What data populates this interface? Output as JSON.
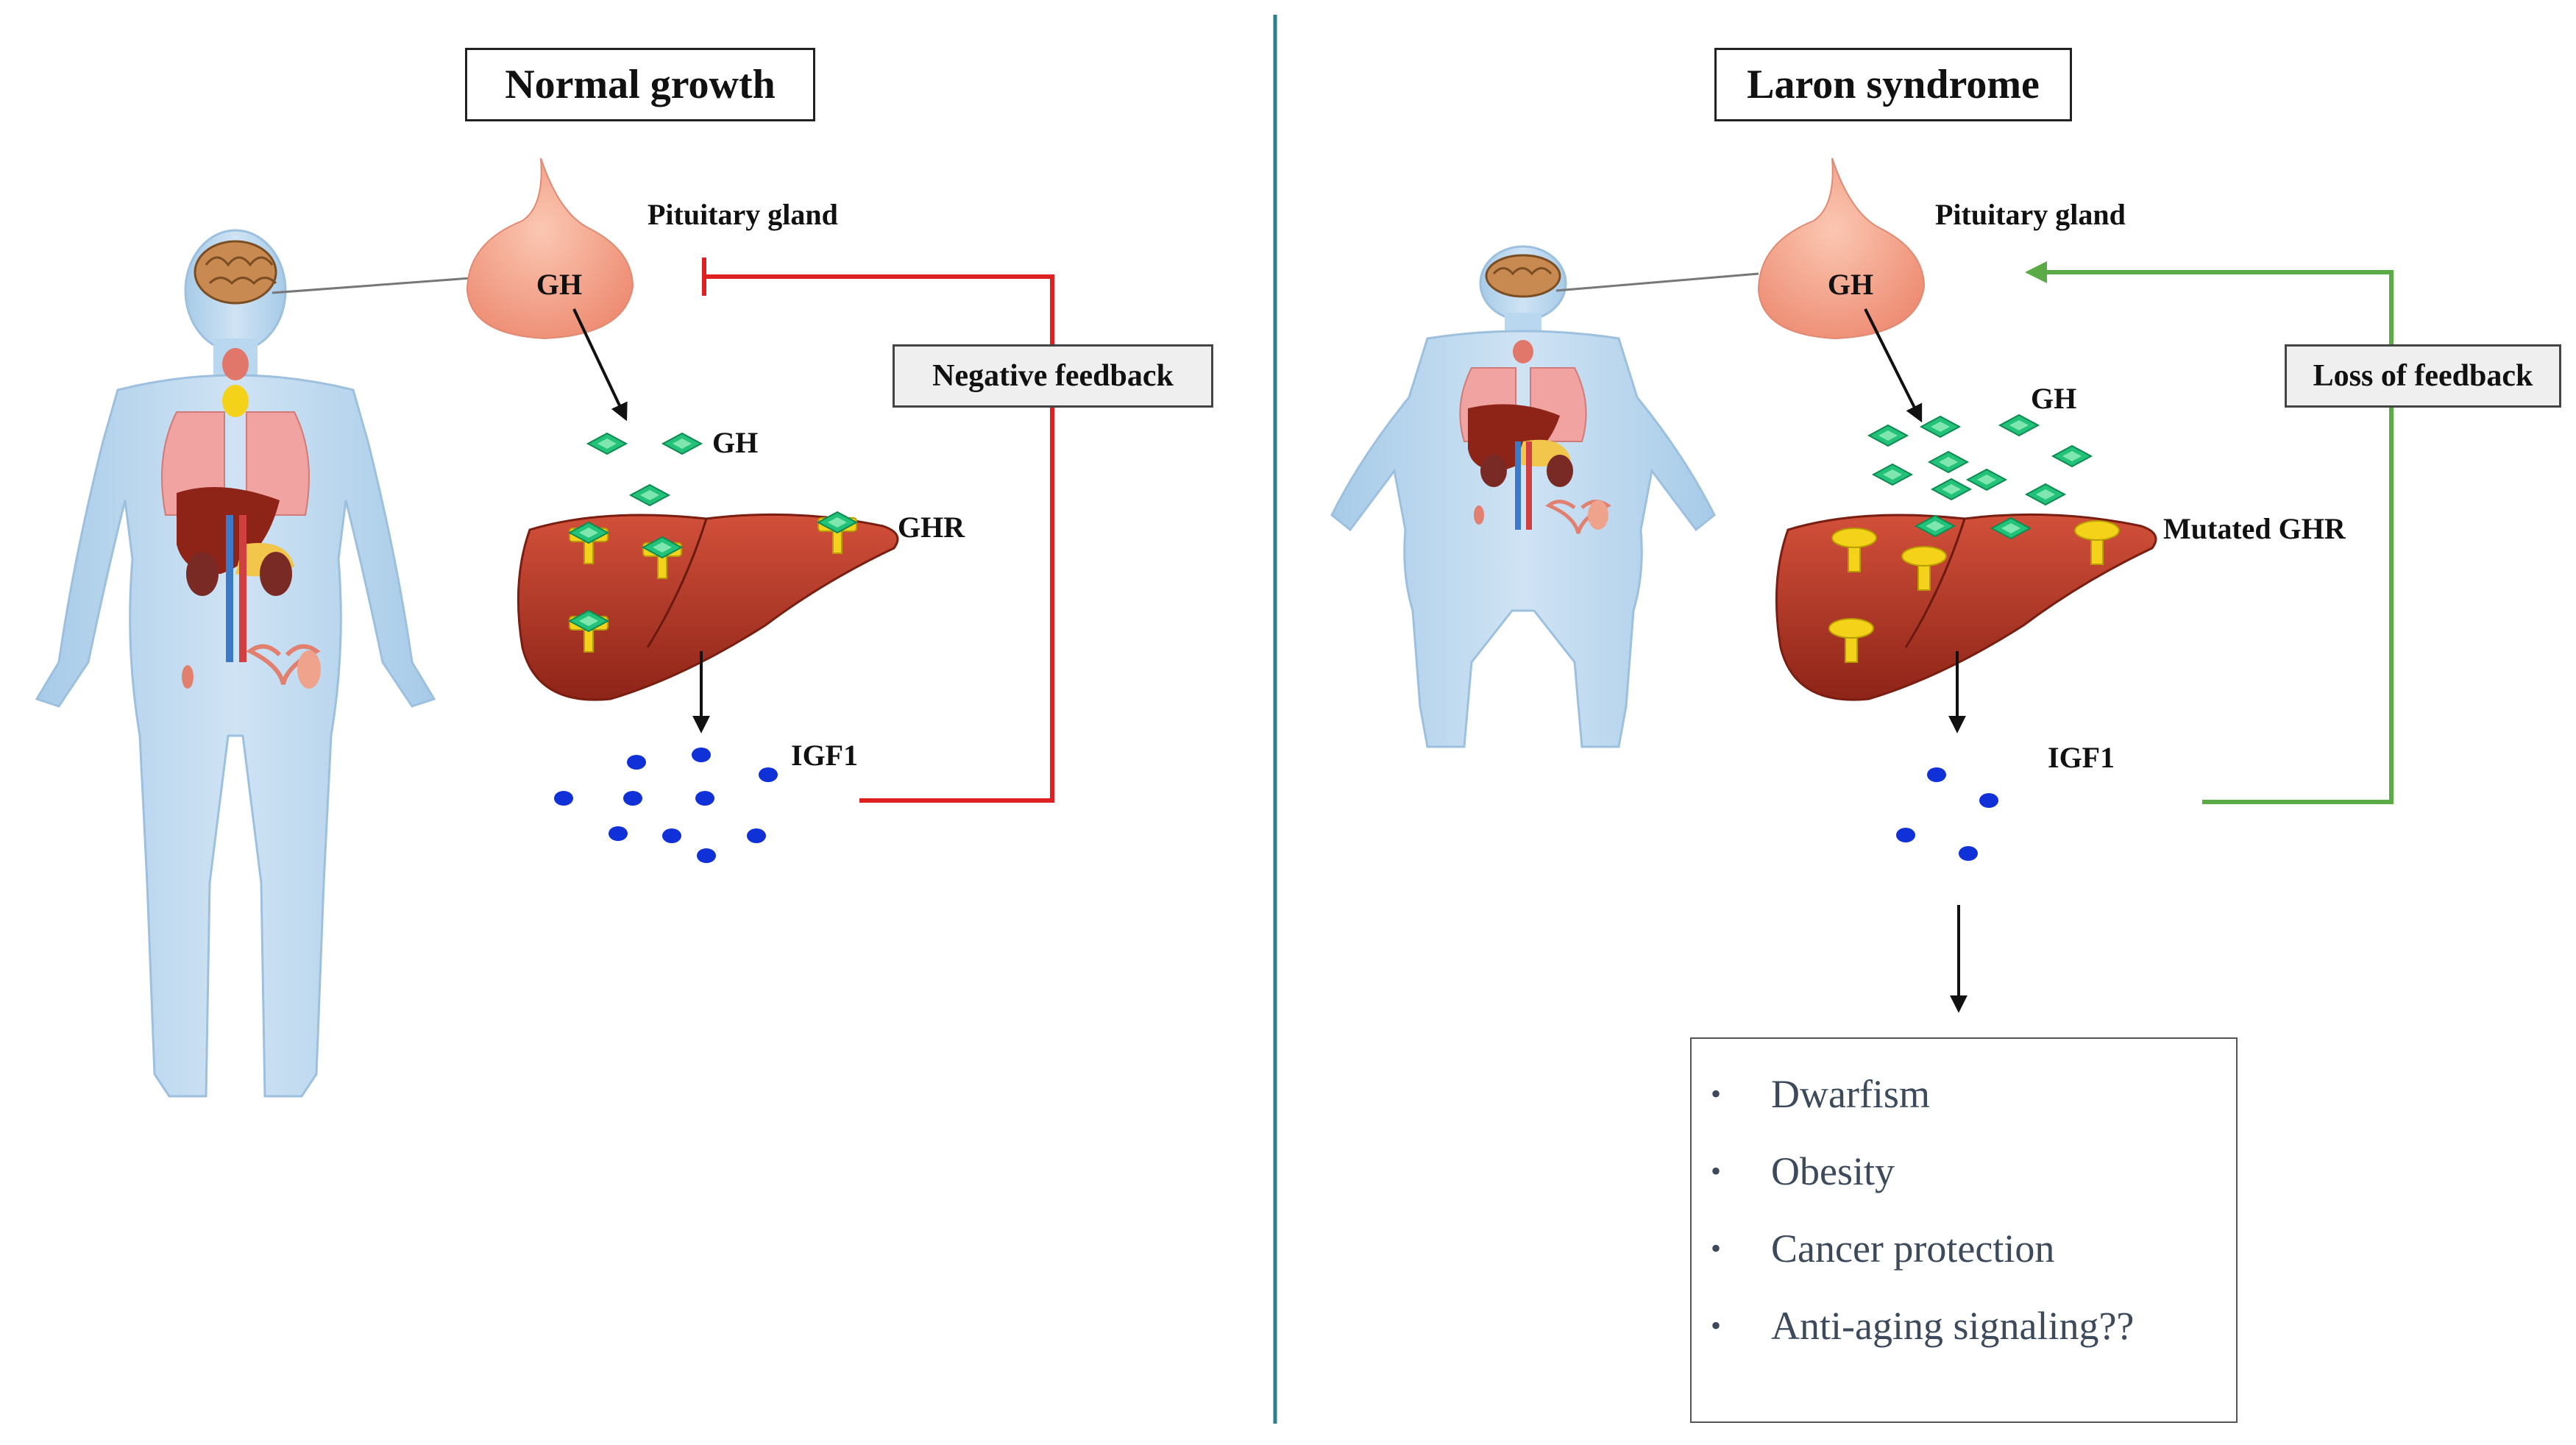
{
  "left_panel": {
    "title": "Normal growth",
    "pituitary_label": "Pituitary gland",
    "gland_hormone": "GH",
    "hormone_label": "GH",
    "receptor_label": "GHR",
    "igf_label": "IGF1",
    "feedback_label": "Negative  feedback",
    "feedback_color": "#e02020"
  },
  "right_panel": {
    "title": "Laron syndrome",
    "pituitary_label": "Pituitary gland",
    "gland_hormone": "GH",
    "hormone_label": "GH",
    "receptor_label": "Mutated GHR",
    "igf_label": "IGF1",
    "feedback_label": "Loss of feedback",
    "feedback_color": "#5aaa46",
    "outcomes": [
      "Dwarfism",
      "Obesity",
      "Cancer protection",
      "Anti-aging signaling??"
    ]
  },
  "colors": {
    "divider": "#2c7f8f",
    "body": "#b9d7ee",
    "gland": "#f4a58c",
    "liver": "#b8382a",
    "gh_molecule": "#22c27a",
    "receptor": "#f5d21a",
    "igf1_molecule": "#1030d8"
  }
}
